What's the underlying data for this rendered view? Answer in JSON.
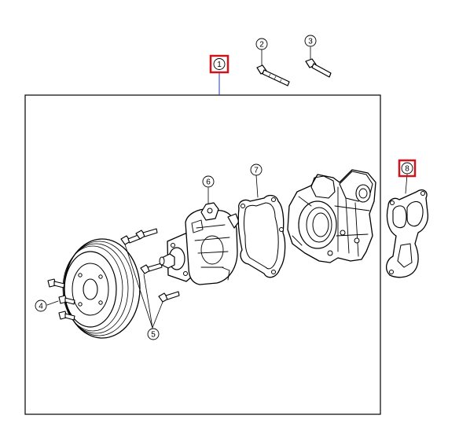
{
  "diagram": {
    "callouts": [
      {
        "id": "1",
        "label": "1",
        "highlighted": true
      },
      {
        "id": "2",
        "label": "2",
        "highlighted": false
      },
      {
        "id": "3",
        "label": "3",
        "highlighted": false
      },
      {
        "id": "4",
        "label": "4",
        "highlighted": false
      },
      {
        "id": "5",
        "label": "5",
        "highlighted": false
      },
      {
        "id": "6",
        "label": "6",
        "highlighted": false
      },
      {
        "id": "7",
        "label": "7",
        "highlighted": false
      },
      {
        "id": "8",
        "label": "8",
        "highlighted": true
      }
    ],
    "colors": {
      "highlight": "#d0141c",
      "leader_1": "#1f3bb5",
      "line": "#000000",
      "background": "#ffffff"
    }
  }
}
